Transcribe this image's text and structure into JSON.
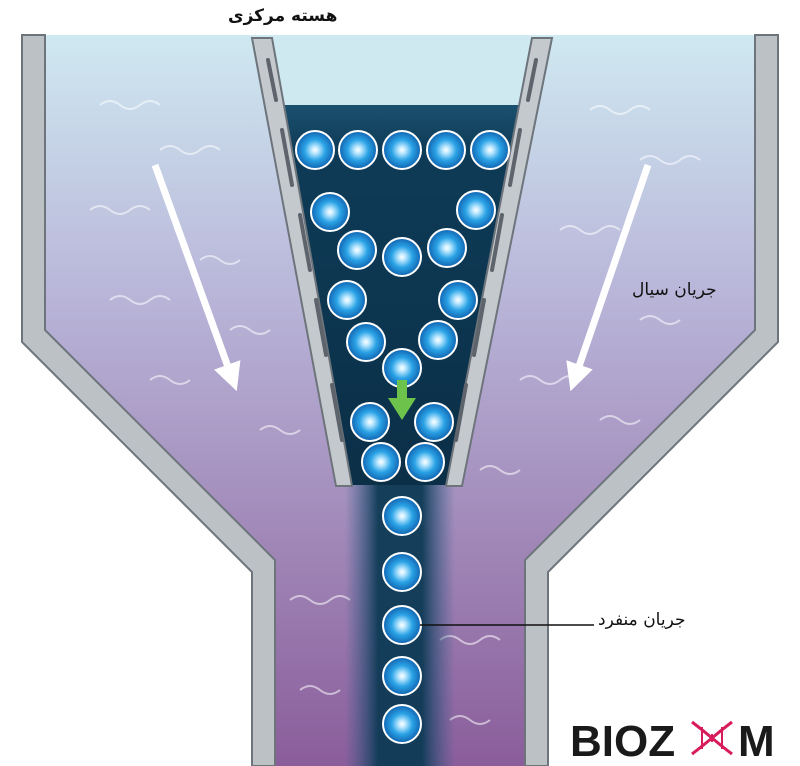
{
  "labels": {
    "central_core": "هسته مرکزی",
    "sheath_flow": "جریان سیال",
    "single_file_flow": "جریان منفرد"
  },
  "logo": {
    "text_left": "BIOZ",
    "text_right": "M",
    "colors": {
      "text": "#1a1a1a",
      "accent": "#d81b5a"
    }
  },
  "colors": {
    "wall": "#b9bec3",
    "sheath_top": "#c5e4ee",
    "sheath_bottom": "#8a5d9a",
    "core": "#0d3a55",
    "cell": "#2aa3e6",
    "arrow_white": "#ffffff",
    "arrow_green": "#6cc24a"
  },
  "icons": {
    "flow_arrow": "white-down-arrow-icon",
    "core_arrow": "green-down-arrow-icon",
    "cell": "cell-sphere-icon"
  }
}
